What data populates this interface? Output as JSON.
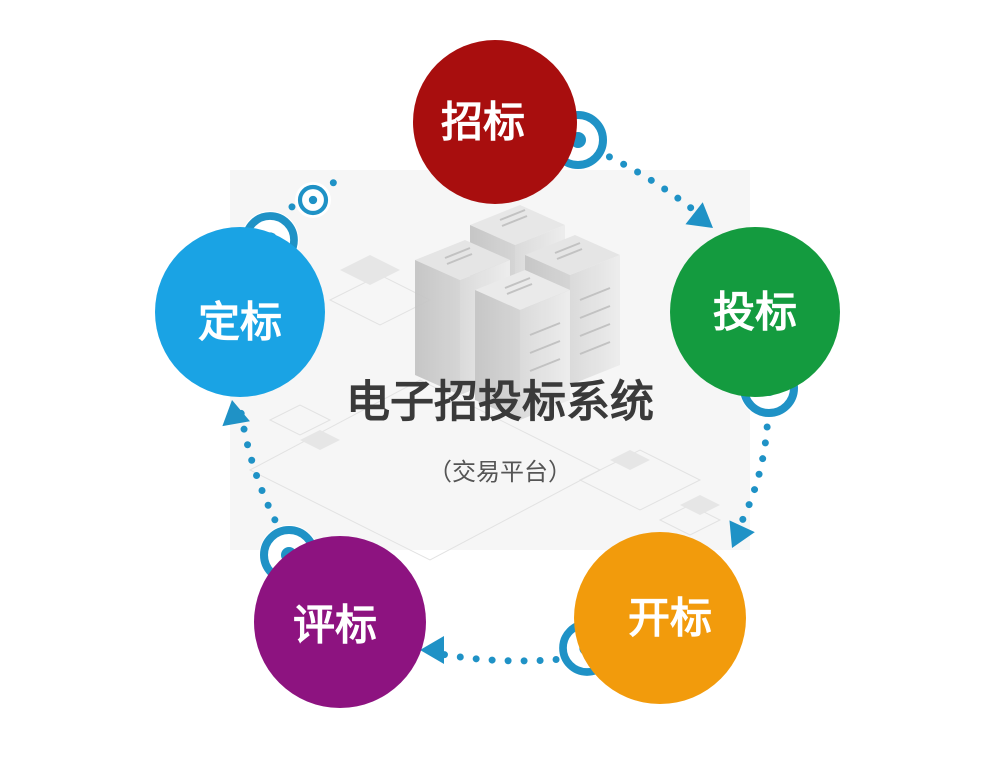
{
  "diagram": {
    "title": "电子招投标系统",
    "subtitle": "（交易平台）",
    "stages": [
      {
        "label": "招标",
        "color": "#a80e0e"
      },
      {
        "label": "投标",
        "color": "#149b3f"
      },
      {
        "label": "开标",
        "color": "#f29b0c"
      },
      {
        "label": "评标",
        "color": "#8d1380"
      },
      {
        "label": "定标",
        "color": "#1aa3e4"
      }
    ],
    "connector_color": "#1f92c6",
    "icons": {
      "center": "server-rack-icon",
      "node_badge": "target-ring-icon",
      "arrow": "triangle-arrow-icon"
    }
  }
}
